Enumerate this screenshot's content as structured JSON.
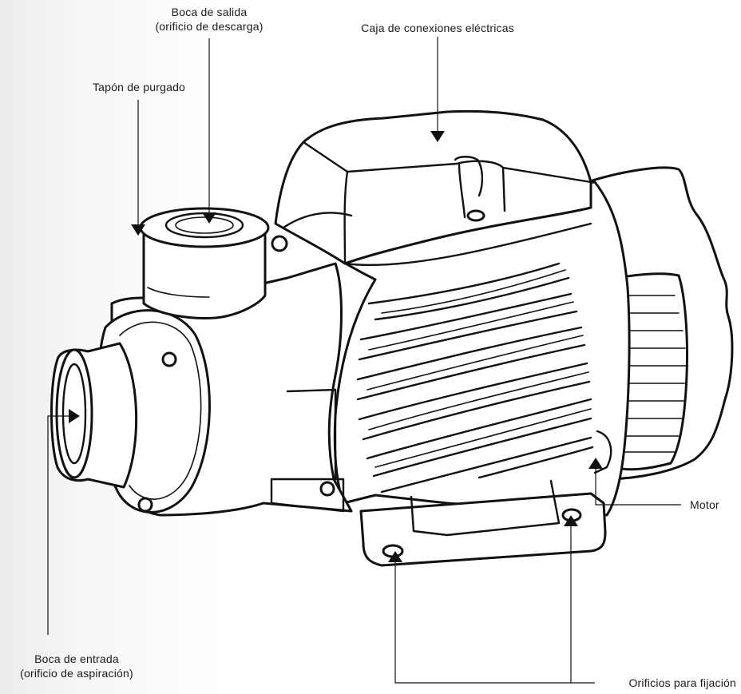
{
  "labels": {
    "outlet_line1": "Boca de salida",
    "outlet_line2": "(orificio de descarga)",
    "junction_box": "Caja de conexiones eléctricas",
    "purge_plug": "Tapón de purgado",
    "motor": "Motor",
    "inlet_line1": "Boca de entrada",
    "inlet_line2": "(orificio de aspiración)",
    "mounting_holes": "Orificios para fijación"
  }
}
